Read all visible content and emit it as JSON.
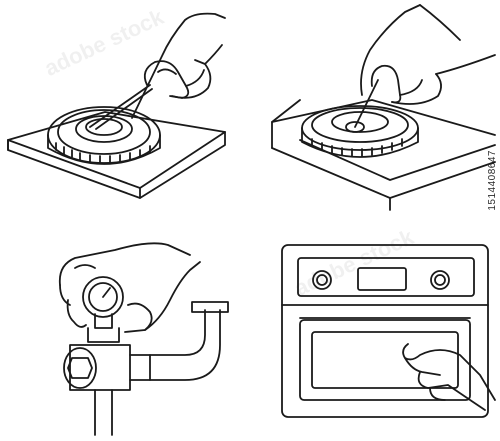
{
  "stock_id": "1514408647",
  "watermark_logo": "adobe stock",
  "colors": {
    "ink": "#1a1a1a",
    "paper": "#ffffff"
  },
  "panels": [
    {
      "id": "burner-clean-needle",
      "icon": "gas-burner-with-hand-needle-icon"
    },
    {
      "id": "burner-clean-cap",
      "icon": "gas-burner-cap-with-hand-pin-icon"
    },
    {
      "id": "gas-pressure-gauge",
      "icon": "hand-on-gas-valve-gauge-icon"
    },
    {
      "id": "oven-control",
      "icon": "oven-with-hand-pressing-button-icon"
    }
  ]
}
